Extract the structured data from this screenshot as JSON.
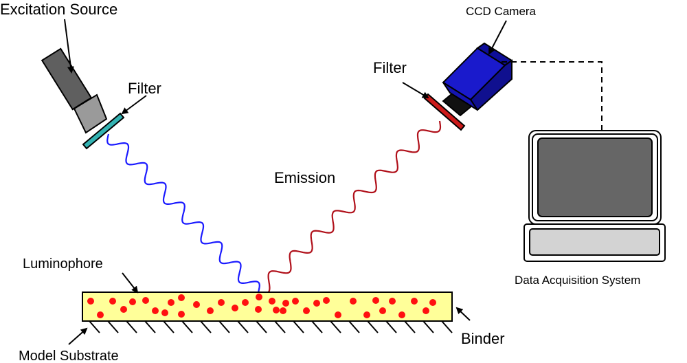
{
  "labels": {
    "excitation_source": "Excitation Source",
    "filter_left": "Filter",
    "ccd_camera": "CCD Camera",
    "filter_right": "Filter",
    "emission": "Emission",
    "luminophore": "Luminophore",
    "binder": "Binder",
    "model_substrate": "Model Substrate",
    "data_acquisition": "Data Acquisition System"
  },
  "colors": {
    "excitation_wave": "#1a1aff",
    "emission_wave": "#b0101a",
    "luminophore_dot": "#ff1010",
    "binder_fill": "#ffff99",
    "camera_body": "#1a1acc",
    "left_filter": "#33b3b3",
    "right_filter": "#cc1a1a",
    "screen": "#666666"
  },
  "icons": [
    "lamp-icon",
    "ccd-camera-icon",
    "computer-monitor-icon"
  ]
}
